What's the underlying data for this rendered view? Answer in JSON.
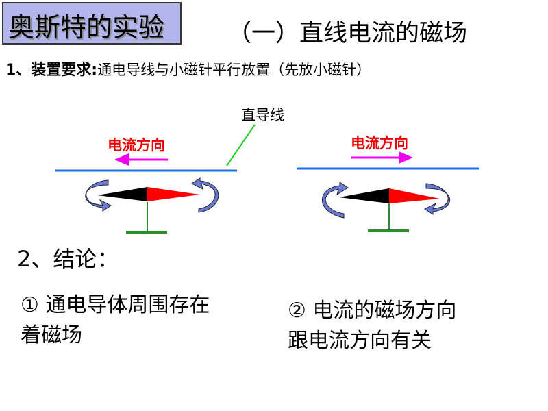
{
  "title": "奥斯特的实验",
  "subtitle": "（一）直线电流的磁场",
  "requirement": {
    "label": "1、装置要求:",
    "detail": "通电导线与小磁针平行放置（先放小磁针）"
  },
  "wire_label": "直导线",
  "left_diagram": {
    "current_label": "电流方向",
    "direction": "left"
  },
  "right_diagram": {
    "current_label": "电流方向",
    "direction": "right"
  },
  "conclusion": {
    "heading": "2、结论：",
    "items": [
      {
        "line1": "① 通电导体周围存在",
        "line2": "着磁场"
      },
      {
        "line1": "② 电流的磁场方向",
        "line2": "跟电流方向有关"
      }
    ]
  },
  "colors": {
    "title_bg": "#b3b6ec",
    "wire": "#1a6fe8",
    "arrow": "#ee00ee",
    "label": "#ee0000",
    "needle_n": "#ff0000",
    "stand": "#2e8b2e",
    "rotation": "#6677cc"
  }
}
